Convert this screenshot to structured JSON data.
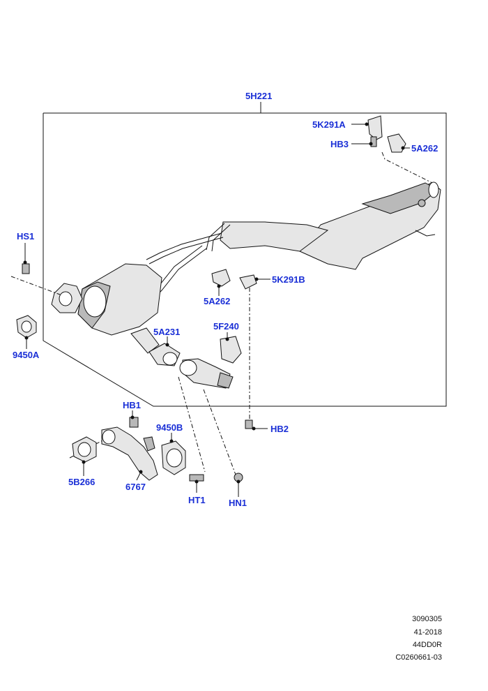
{
  "colors": {
    "callout": "#1a2fd6",
    "line": "#111111",
    "part_fill": "#e6e6e6"
  },
  "callouts": {
    "assembly": "5H221",
    "bracket_a": "5K291A",
    "bolt_hb3": "HB3",
    "insulator_rear": "5A262",
    "heat_shield_stud": "HS1",
    "gasket_a": "9450A",
    "bracket_b": "5K291B",
    "insulator_mid": "5A262",
    "pipe_5a231": "5A231",
    "insulator_5f240": "5F240",
    "bolt_hb1": "HB1",
    "gasket_b": "9450B",
    "gasket_5b266": "5B266",
    "pipe_6767": "6767",
    "fastener_ht1": "HT1",
    "nut_hn1": "HN1",
    "bolt_hb2": "HB2"
  },
  "footer": {
    "line1": "3090305",
    "line2": "41-2018",
    "line3": "44DD0R",
    "line4": "C0260661-03"
  }
}
